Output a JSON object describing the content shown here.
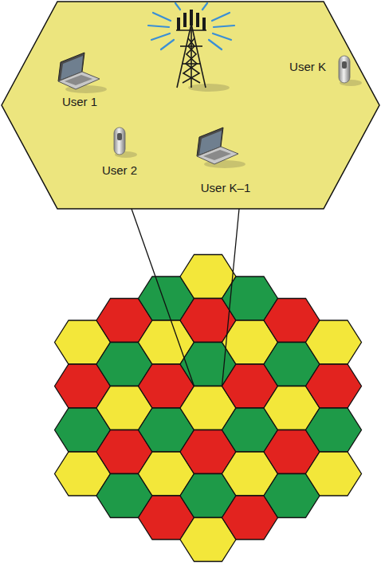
{
  "diagram": {
    "labels": [
      "User 1",
      "User K",
      "User 2",
      "User K–1"
    ]
  }
}
